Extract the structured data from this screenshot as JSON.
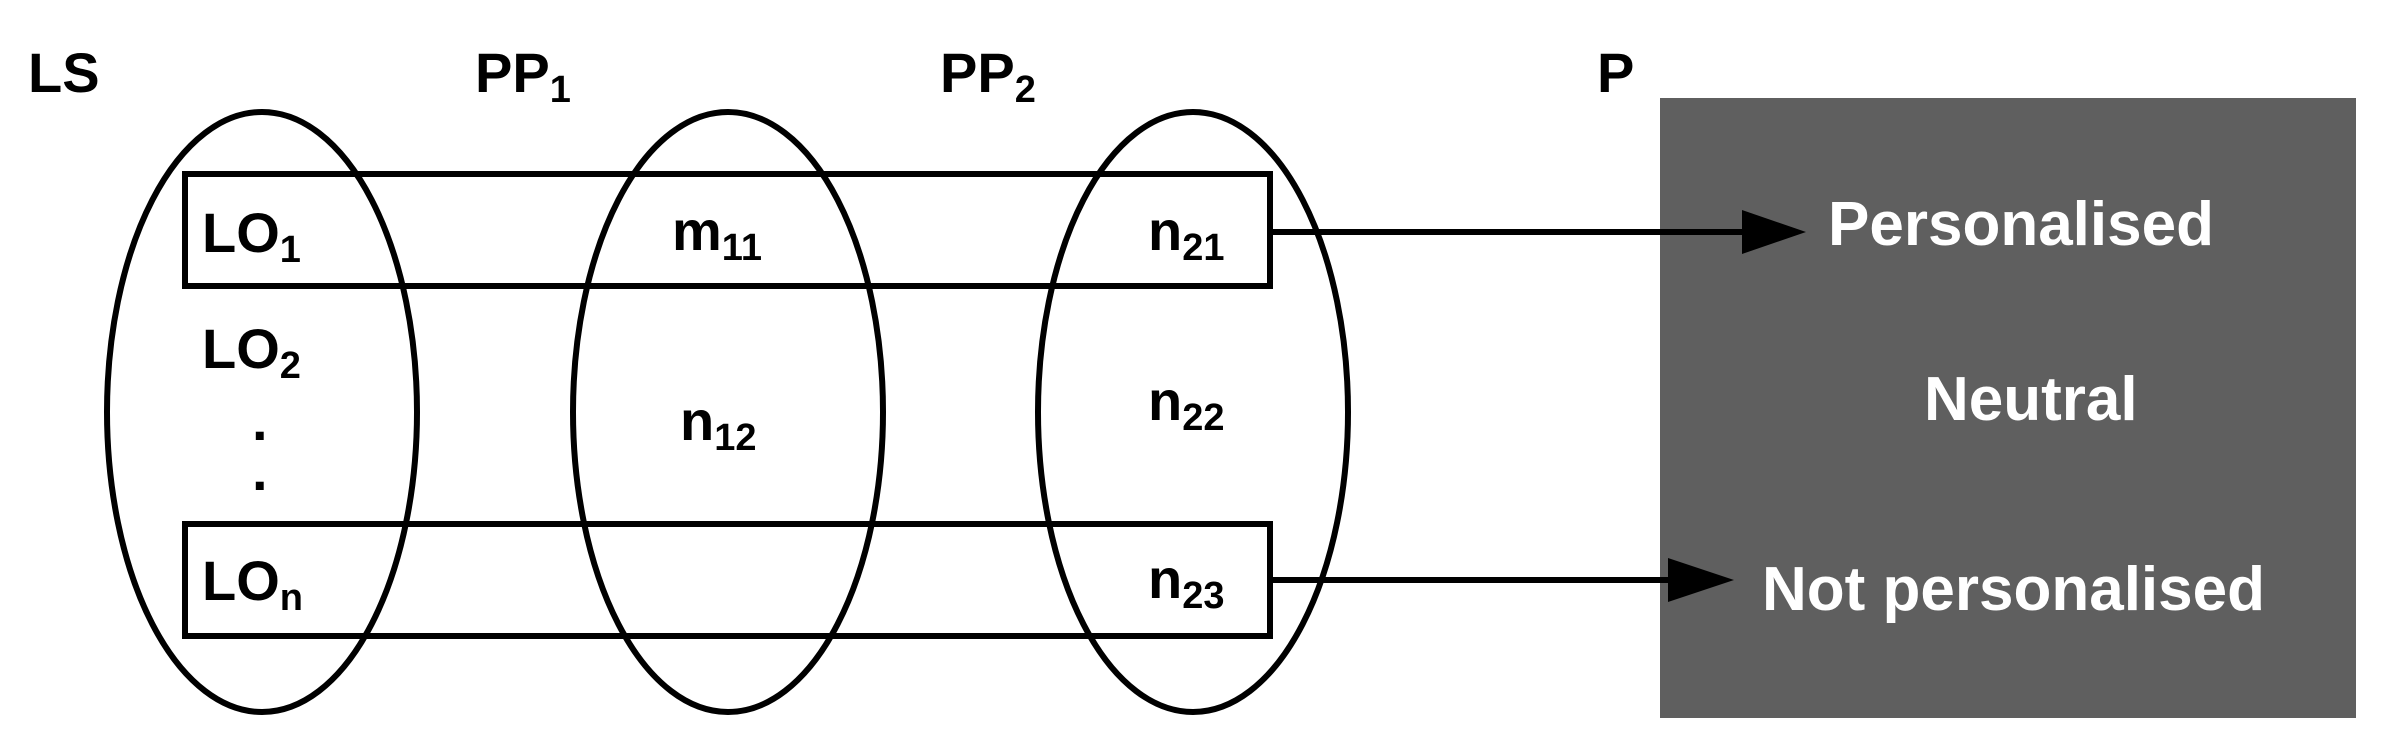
{
  "headers": {
    "ls": "LS",
    "pp1": {
      "base": "PP",
      "sub": "1"
    },
    "pp2": {
      "base": "PP",
      "sub": "2"
    },
    "p": "P"
  },
  "ls_set": {
    "lo1": {
      "base": "LO",
      "sub": "1"
    },
    "lo2": {
      "base": "LO",
      "sub": "2"
    },
    "dot1": ".",
    "dot2": ".",
    "lon": {
      "base": "LO",
      "sub": "n"
    }
  },
  "pp1_set": {
    "m11": {
      "base": "m",
      "sub": "11"
    },
    "n12": {
      "base": "n",
      "sub": "12"
    }
  },
  "pp2_set": {
    "n21": {
      "base": "n",
      "sub": "21"
    },
    "n22": {
      "base": "n",
      "sub": "22"
    },
    "n23": {
      "base": "n",
      "sub": "23"
    }
  },
  "p_box": {
    "personalised": "Personalised",
    "neutral": "Neutral",
    "not_personalised": "Not personalised"
  },
  "colors": {
    "stroke": "#000000",
    "p_box_fill": "#5f5f5f",
    "p_box_text": "#ffffff"
  }
}
